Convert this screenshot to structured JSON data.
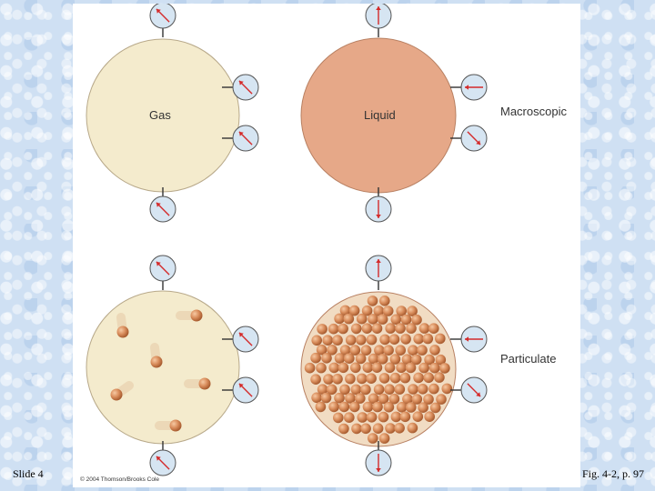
{
  "labels": {
    "gas": "Gas",
    "liquid": "Liquid",
    "macroscopic": "Macroscopic",
    "particulate": "Particulate"
  },
  "copyright": "© 2004 Thomson/Brooks Cole",
  "slide_label": "Slide 4",
  "fig_label": "Fig. 4-2, p. 97",
  "colors": {
    "gas_fill": "#f4ebcd",
    "liquid_fill": "#e6a888",
    "particle": "#d98d5c",
    "gauge_fill": "#d6e5f2",
    "needle": "#d42a2a"
  }
}
